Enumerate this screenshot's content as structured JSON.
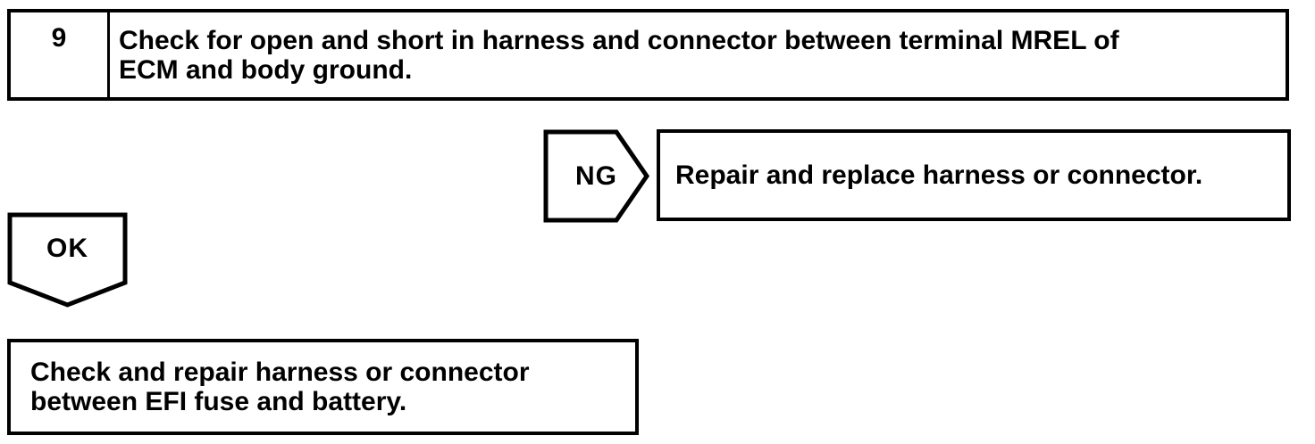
{
  "step": {
    "number": "9",
    "instruction_lines": [
      "Check for open and short in harness and connector between terminal MREL of",
      "ECM and body ground."
    ]
  },
  "ng_branch": {
    "label": "NG",
    "action": "Repair and replace harness or connector."
  },
  "ok_branch": {
    "label": "OK",
    "action_lines": [
      "Check and repair harness or connector",
      "between EFI fuse and battery."
    ]
  },
  "colors": {
    "ink": "#000000",
    "paper": "#ffffff"
  }
}
